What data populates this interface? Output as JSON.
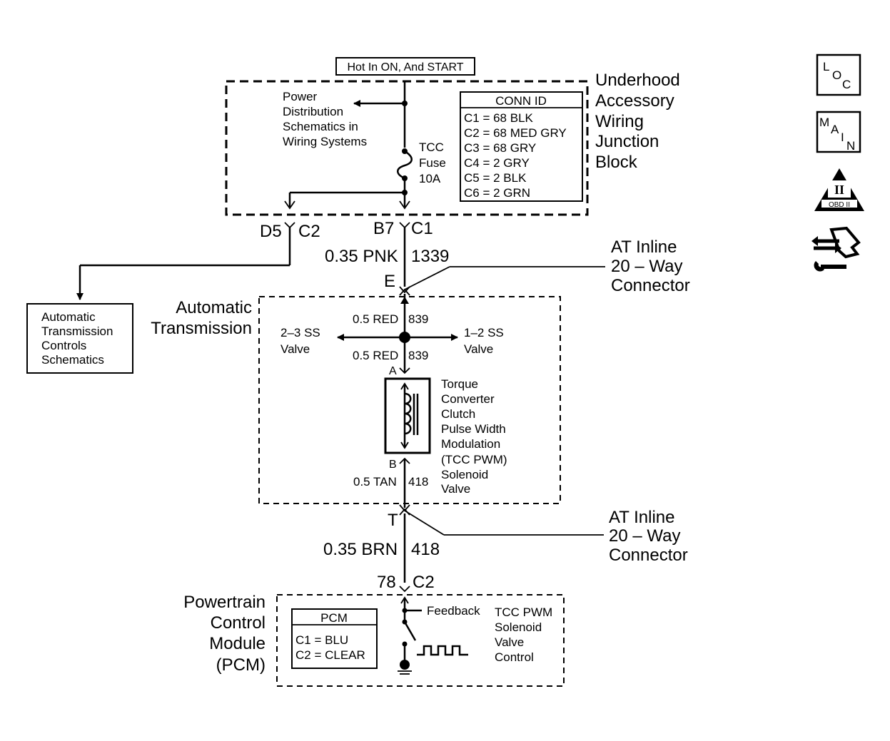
{
  "power": {
    "hot_label": "Hot In ON, And START"
  },
  "uajb": {
    "title_lines": [
      "Underhood",
      "Accessory",
      "Wiring",
      "Junction",
      "Block"
    ],
    "power_dist_lines": [
      "Power",
      "Distribution",
      "Schematics in",
      "Wiring Systems"
    ],
    "fuse_lines": [
      "TCC",
      "Fuse",
      "10A"
    ],
    "conn_id": {
      "header": "CONN ID",
      "rows": [
        "C1 = 68 BLK",
        "C2 = 68 MED GRY",
        "C3 = 68 GRY",
        "C4 = 2 GRY",
        "C5 = 2 BLK",
        "C6 = 2 GRN"
      ]
    }
  },
  "connectors": {
    "d5": "D5",
    "c2_left": "C2",
    "b7": "B7",
    "c1": "C1",
    "e": "E",
    "a": "A",
    "b": "B",
    "t": "T",
    "pin78": "78",
    "c2_pcm": "C2"
  },
  "wires": {
    "pnk": "0.35 PNK",
    "pnk_circuit": "1339",
    "red_top": "0.5 RED",
    "red_top_circuit": "839",
    "red_bot": "0.5 RED",
    "red_bot_circuit": "839",
    "tan": "0.5 TAN",
    "tan_circuit": "418",
    "brn": "0.35 BRN",
    "brn_circuit": "418"
  },
  "inline_top_lines": [
    "AT Inline",
    "20 – Way",
    "Connector"
  ],
  "inline_bot_lines": [
    "AT Inline",
    "20 – Way",
    "Connector"
  ],
  "atc_box_lines": [
    "Automatic",
    "Transmission",
    "Controls",
    "Schematics"
  ],
  "trans": {
    "title_lines": [
      "Automatic",
      "Transmission"
    ],
    "ss23_lines": [
      "2–3 SS",
      "Valve"
    ],
    "ss12_lines": [
      "1–2 SS",
      "Valve"
    ],
    "solenoid_lines": [
      "Torque",
      "Converter",
      "Clutch",
      "Pulse Width",
      "Modulation",
      "(TCC PWM)",
      "Solenoid",
      "Valve"
    ]
  },
  "pcm": {
    "title_lines": [
      "Powertrain",
      "Control",
      "Module",
      "(PCM)"
    ],
    "box": {
      "header": "PCM",
      "rows": [
        "C1 = BLU",
        "C2 = CLEAR"
      ]
    },
    "feedback": "Feedback",
    "control_lines": [
      "TCC PWM",
      "Solenoid",
      "Valve",
      "Control"
    ]
  },
  "icons": {
    "loc": {
      "l": "L",
      "o": "O",
      "c": "C"
    },
    "main": {
      "m": "M",
      "a": "A",
      "i": "I",
      "n": "N"
    },
    "obd": {
      "numeral": "II",
      "label": "OBD II"
    }
  }
}
